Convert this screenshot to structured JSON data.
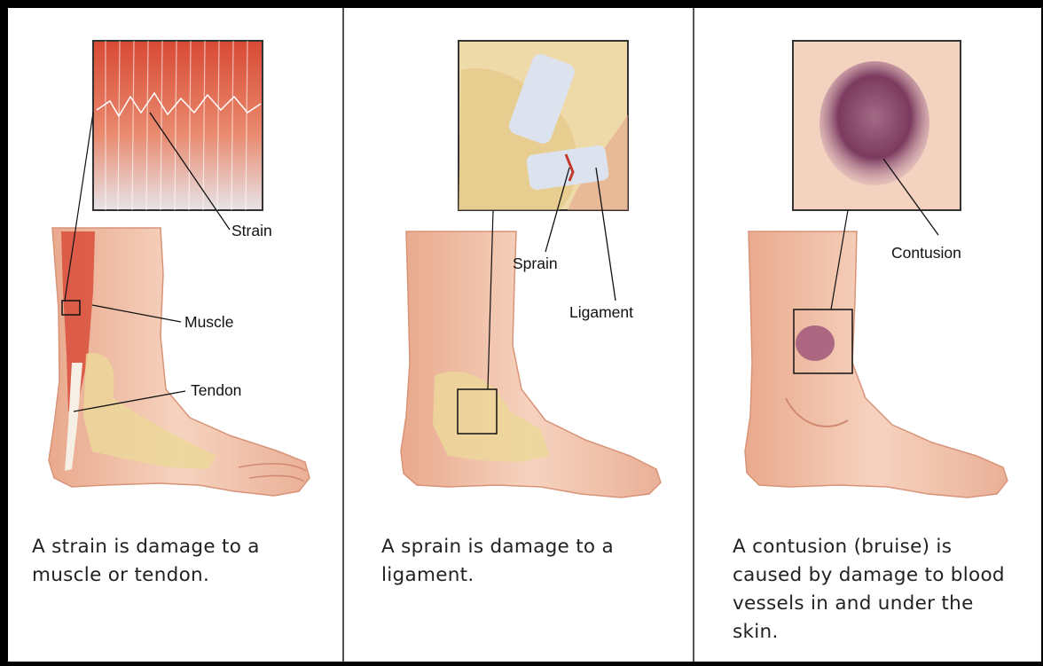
{
  "panels": [
    {
      "labels": {
        "strain": "Strain",
        "muscle": "Muscle",
        "tendon": "Tendon"
      },
      "caption": "A strain is damage to a muscle or tendon."
    },
    {
      "labels": {
        "sprain": "Sprain",
        "ligament": "Ligament"
      },
      "caption": "A sprain is damage to a ligament."
    },
    {
      "labels": {
        "contusion": "Contusion"
      },
      "caption": "A contusion (bruise) is caused by damage to blood vessels in and under the skin."
    }
  ],
  "colors": {
    "border": "#000000",
    "skin": "#f2c9b0",
    "muscle": "#d9533f",
    "bone": "#ecd79a",
    "bruise": "#7b3a5e",
    "ligament": "#dde3ee"
  },
  "icons": [
    "strain-illustration",
    "sprain-illustration",
    "contusion-illustration"
  ]
}
